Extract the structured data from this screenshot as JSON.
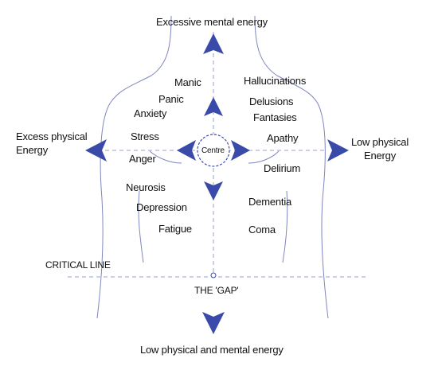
{
  "directions": {
    "top": "Excessive mental energy",
    "bottom": "Low physical and mental energy",
    "left_line1": "Excess physical",
    "left_line2": "Energy",
    "right_line1": "Low physical",
    "right_line2": "Energy"
  },
  "centre": "Centre",
  "left_states": [
    "Manic",
    "Panic",
    "Anxiety",
    "Stress",
    "Anger",
    "Neurosis",
    "Depression",
    "Fatigue"
  ],
  "right_states": [
    "Hallucinations",
    "Delusions",
    "Fantasies",
    "Apathy",
    "Delirium",
    "Dementia",
    "Coma"
  ],
  "critical_line": "CRITICAL LINE",
  "gap": "THE 'GAP'",
  "colors": {
    "arrow": "#3a4aa8",
    "outline": "#7f86c0",
    "dashed": "#9aa0c8",
    "text": "#111111"
  }
}
